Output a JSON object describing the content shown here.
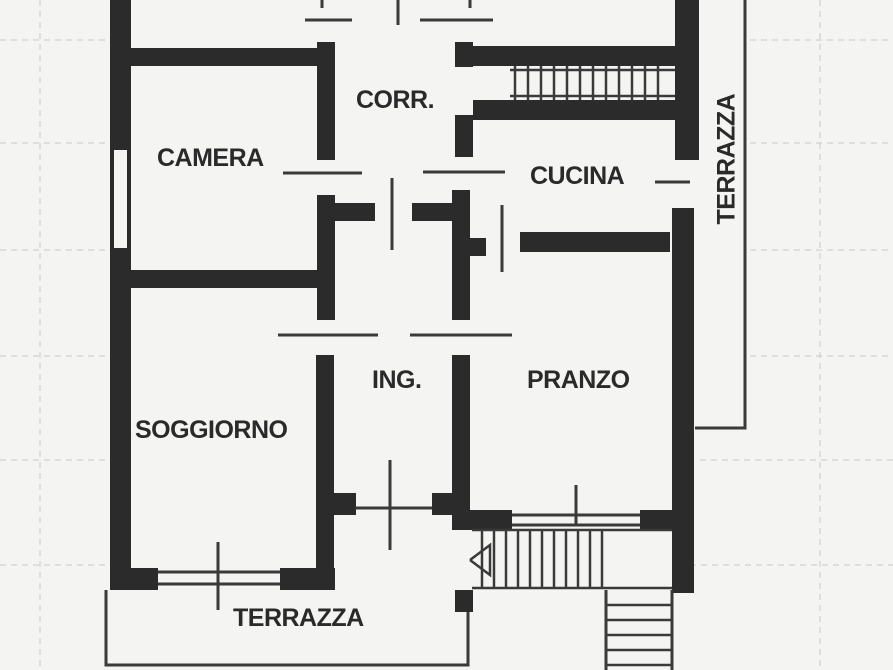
{
  "rooms": {
    "corridor": "CORR.",
    "bedroom": "CAMERA",
    "kitchen": "CUCINA",
    "terrace_east": "TERRAZZA",
    "entrance": "ING.",
    "dining": "PRANZO",
    "living": "SOGGIORNO",
    "terrace_south": "TERRAZZA"
  },
  "colors": {
    "wall": "#2b2b2b",
    "line": "#3a3a3a",
    "grid": "#c9c9c9",
    "background": "#f4f4f2"
  }
}
